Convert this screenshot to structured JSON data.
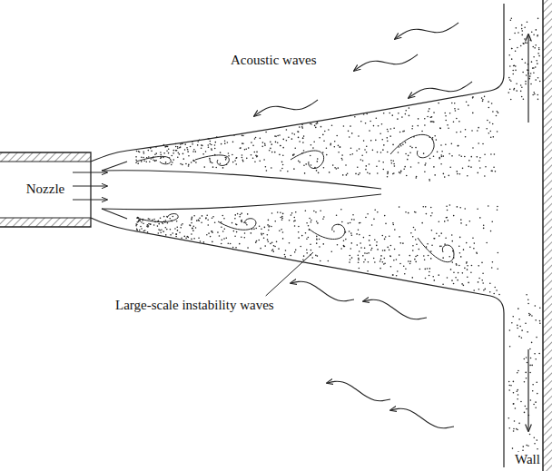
{
  "diagram": {
    "nodes": [
      {
        "text": [
          "Nozzle"
        ]
      }
    ],
    "labels": [
      "Acoustic waves",
      "Large-scale instability waves",
      "Wall"
    ]
  }
}
